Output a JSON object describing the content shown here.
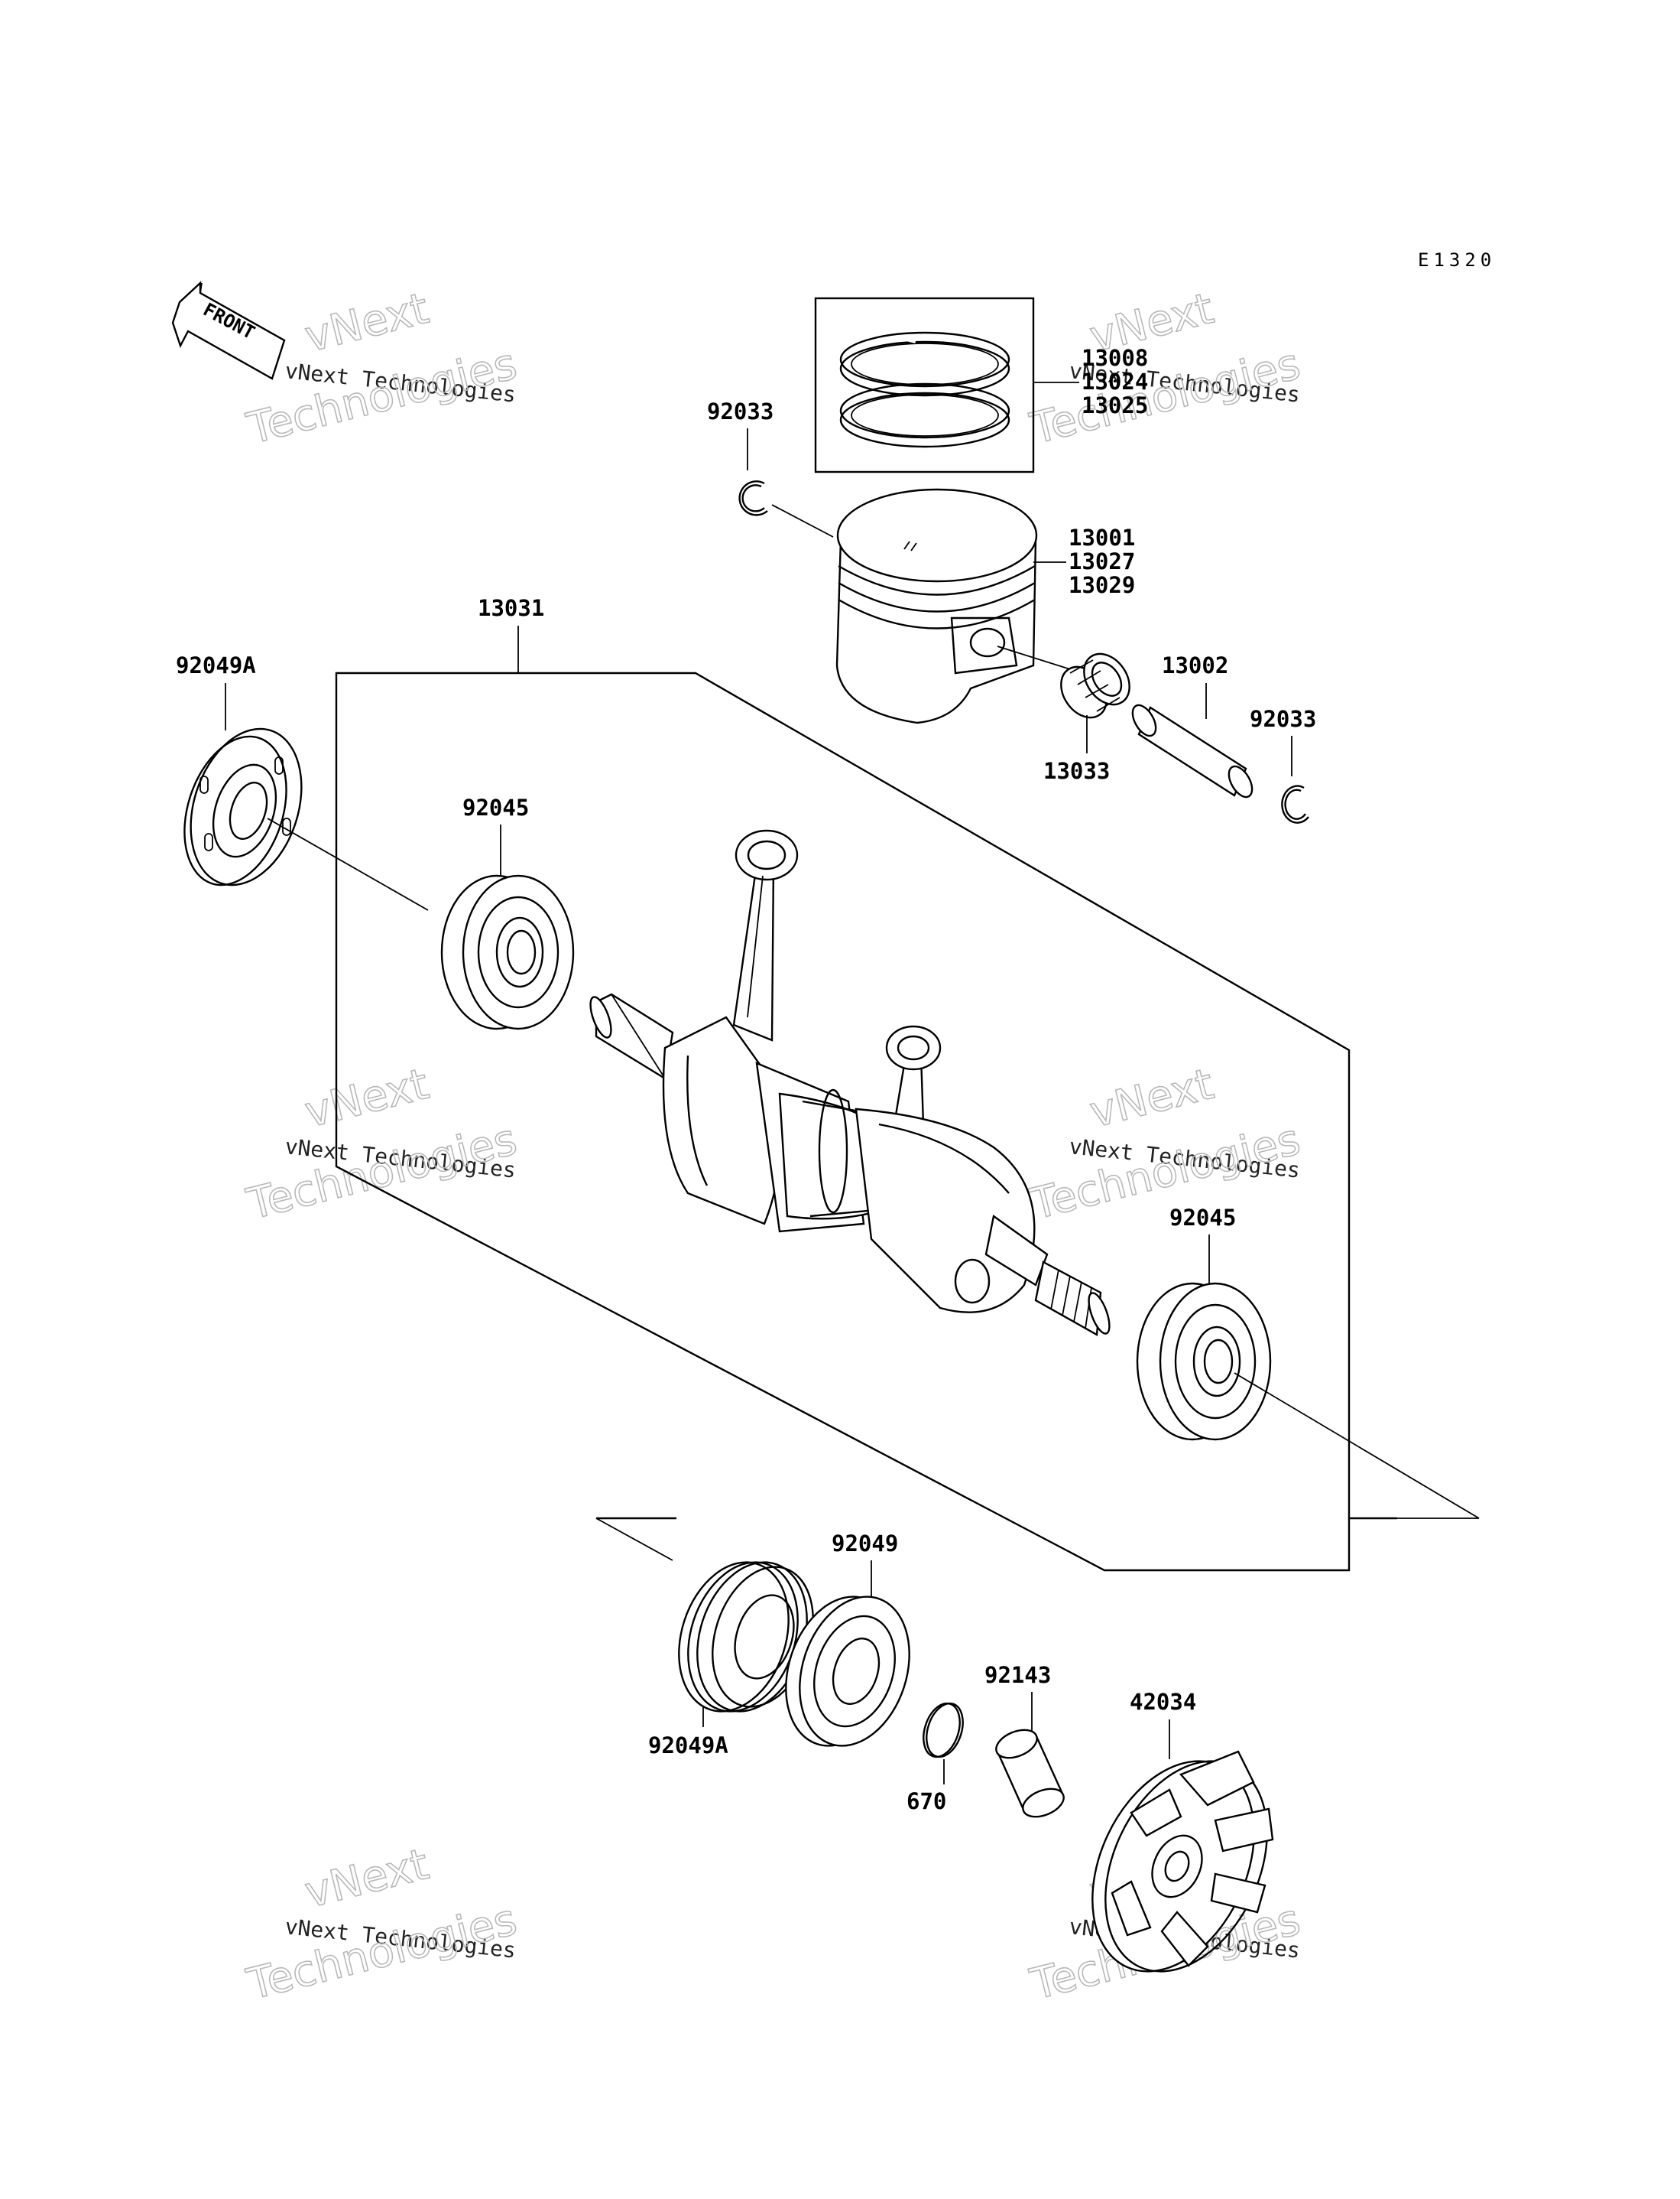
{
  "diagram": {
    "ref_code": "E1320",
    "front_label": "FRONT",
    "watermark": {
      "line1": "vNext Technologies",
      "line2_a": "vNext",
      "line2_b": "Technologies"
    },
    "parts": {
      "ring_set": [
        "13008",
        "13024",
        "13025"
      ],
      "circlip_top": "92033",
      "piston": [
        "13001",
        "13027",
        "13029"
      ],
      "crankshaft_assy": "13031",
      "oil_seal_left": "92049A",
      "bearing_left": "92045",
      "pin_bearing": "13033",
      "piston_pin": "13002",
      "circlip_right": "92033",
      "bearing_right": "92045",
      "bearing_lower": "92049",
      "oil_seal_lower": "92049A",
      "collar": "92143",
      "o_ring": "670",
      "impeller": "42034"
    }
  }
}
